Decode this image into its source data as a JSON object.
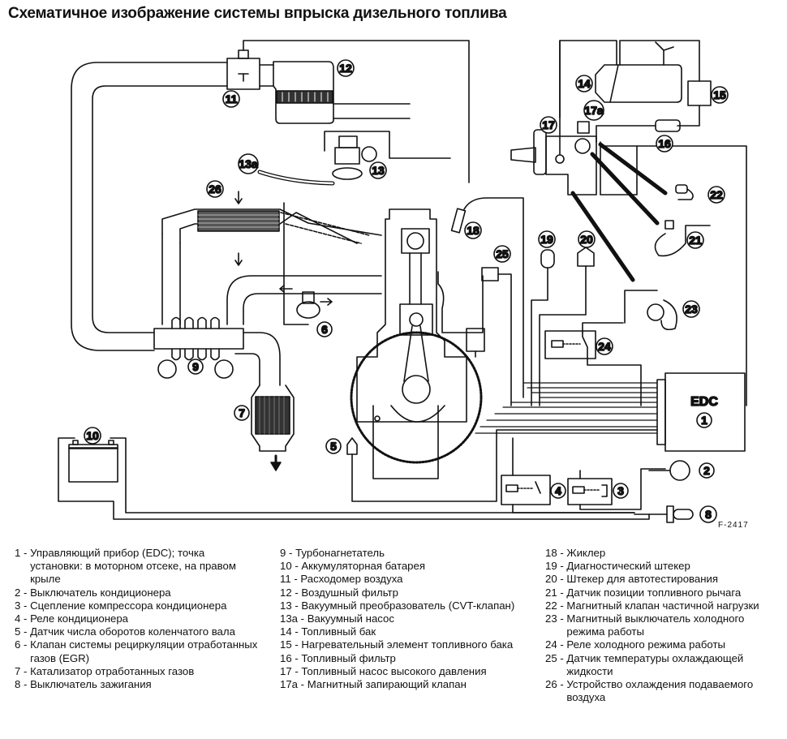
{
  "title": "Схематичное изображение системы впрыска дизельного топлива",
  "figure_code": "F-2417",
  "edc_box_label": "EDC",
  "callouts": {
    "c1": "1",
    "c2": "2",
    "c3": "3",
    "c4": "4",
    "c5": "5",
    "c6": "6",
    "c7": "7",
    "c8": "8",
    "c9": "9",
    "c10": "10",
    "c11": "11",
    "c12": "12",
    "c13": "13",
    "c13a": "13a",
    "c14": "14",
    "c15": "15",
    "c16": "16",
    "c17": "17",
    "c17a": "17a",
    "c18": "18",
    "c19": "19",
    "c20": "20",
    "c21": "21",
    "c22": "22",
    "c23": "23",
    "c24": "24",
    "c25": "25",
    "c26": "26"
  },
  "legend": {
    "col1": [
      {
        "num": "1 - ",
        "text": "Управляющий прибор (EDC); точка установки: в моторном отсеке, на правом крыле"
      },
      {
        "num": "2 - ",
        "text": "Выключатель кондиционера"
      },
      {
        "num": "3 - ",
        "text": "Сцепление компрессора кондиционера"
      },
      {
        "num": "4 - ",
        "text": "Реле кондиционера"
      },
      {
        "num": "5 - ",
        "text": "Датчик числа оборотов коленчатого вала"
      },
      {
        "num": "6 - ",
        "text": "Клапан системы рециркуляции отработанных газов (EGR)"
      },
      {
        "num": "7 - ",
        "text": "Катализатор отработанных газов"
      },
      {
        "num": "8 - ",
        "text": "Выключатель зажигания"
      }
    ],
    "col2": [
      {
        "num": "9 - ",
        "text": "Турбонагнетатель"
      },
      {
        "num": "10 - ",
        "text": "Аккумуляторная батарея"
      },
      {
        "num": "11 - ",
        "text": "Расходомер воздуха"
      },
      {
        "num": "12 - ",
        "text": "Воздушный фильтр"
      },
      {
        "num": "13 - ",
        "text": "Вакуумный преобразователь (CVT-клапан)"
      },
      {
        "num": "13a - ",
        "text": "Вакуумный насос"
      },
      {
        "num": "14 - ",
        "text": "Топливный бак"
      },
      {
        "num": "15 - ",
        "text": "Нагревательный элемент топливного бака"
      },
      {
        "num": "16 - ",
        "text": "Топливный фильтр"
      },
      {
        "num": "17 - ",
        "text": "Топливный насос высокого давления"
      },
      {
        "num": "17a - ",
        "text": "Магнитный запирающий клапан"
      }
    ],
    "col3": [
      {
        "num": "18 - ",
        "text": "Жиклер"
      },
      {
        "num": "19 - ",
        "text": "Диагностический штекер"
      },
      {
        "num": "20 - ",
        "text": "Штекер для автотестирования"
      },
      {
        "num": "21 - ",
        "text": "Датчик позиции топливного рычага"
      },
      {
        "num": "22 - ",
        "text": "Магнитный клапан частичной нагрузки"
      },
      {
        "num": "23 - ",
        "text": "Магнитный выключатель холодного режима работы"
      },
      {
        "num": "24 - ",
        "text": "Реле холодного режима работы"
      },
      {
        "num": "25 - ",
        "text": "Датчик температуры охлаждающей жидкости"
      },
      {
        "num": "26 - ",
        "text": "Устройство охлаждения подаваемого воздуха"
      }
    ]
  }
}
